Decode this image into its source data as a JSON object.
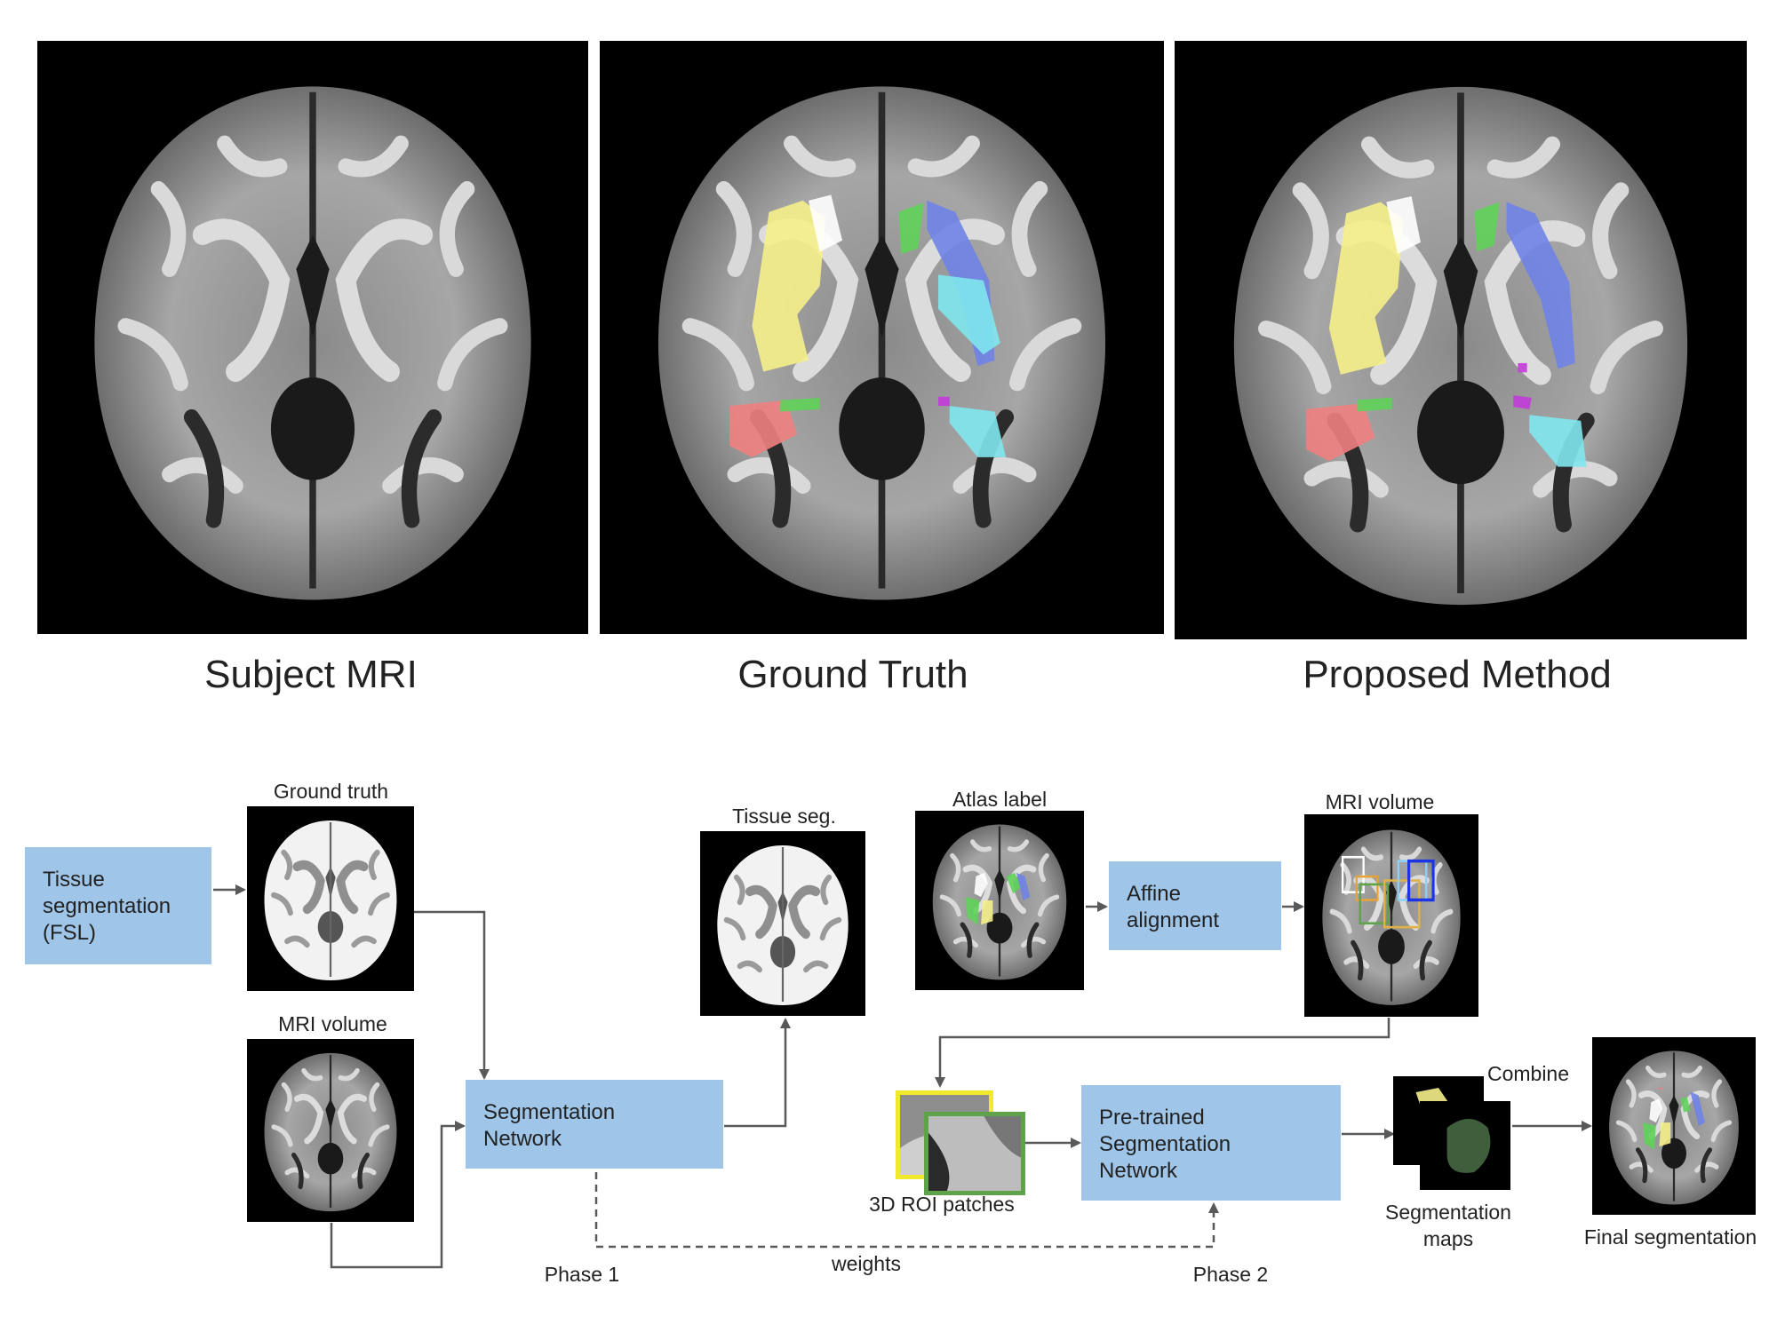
{
  "top_panels": {
    "captions": [
      "Subject MRI",
      "Ground Truth",
      "Proposed Method"
    ]
  },
  "pipeline": {
    "boxes": {
      "tissue_seg_fsl": [
        "Tissue",
        "segmentation",
        "(FSL)"
      ],
      "segmentation_network": [
        "Segmentation",
        "Network"
      ],
      "affine_alignment": [
        "Affine",
        "alignment"
      ],
      "pretrained_network": [
        "Pre-trained",
        "Segmentation",
        "Network"
      ]
    },
    "labels": {
      "ground_truth": "Ground truth",
      "mri_volume_left": "MRI volume",
      "tissue_seg": "Tissue seg.",
      "atlas_label": "Atlas label",
      "mri_volume_right": "MRI volume",
      "roi_patches": "3D ROI patches",
      "combine": "Combine",
      "segmentation_maps_1": "Segmentation",
      "segmentation_maps_2": "maps",
      "final_segmentation": "Final segmentation",
      "phase1": "Phase 1",
      "phase2": "Phase 2",
      "weights": "weights"
    }
  },
  "colors": {
    "box_fill": "#9fc5e8",
    "arrow": "#595959",
    "seg_yellow": "#f6f08a",
    "seg_white": "#ffffff",
    "seg_green": "#5fd35a",
    "seg_blue": "#6f83e6",
    "seg_cyan": "#7fe7ee",
    "seg_red": "#f07f7f",
    "seg_magenta": "#c23bd9",
    "roi_yellow": "#f1ea2c",
    "roi_green": "#5ea34a"
  }
}
